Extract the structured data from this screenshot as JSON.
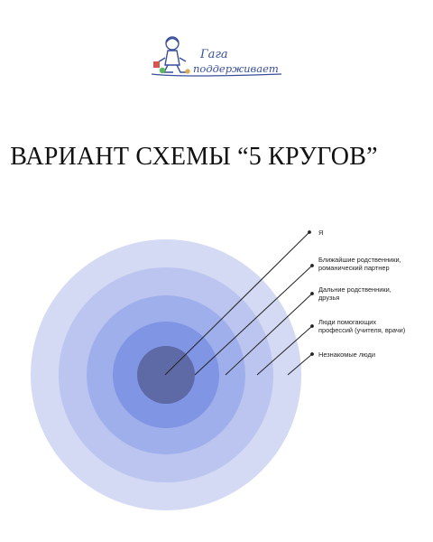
{
  "logo": {
    "line1": "Гага",
    "line2": "поддерживает",
    "icon": "child-with-toys-illustration"
  },
  "title": "ВАРИАНТ СХЕМЫ “5 КРУГОВ”",
  "colors": {
    "ring_outer": "#d4daf3",
    "ring_4": "#bbc5ef",
    "ring_3": "#9fafeb",
    "ring_2": "#8095e4",
    "ring_inner": "#5d6aa6",
    "leader_line": "#222222"
  },
  "diagram": {
    "circles": [
      {
        "label_lines": [
          "Я"
        ]
      },
      {
        "label_lines": [
          "Ближайшие родственники,",
          "романический партнер"
        ]
      },
      {
        "label_lines": [
          "Дальние родственники,",
          "друзья"
        ]
      },
      {
        "label_lines": [
          "Люди помогающих",
          "профессий (учителя, врачи)"
        ]
      },
      {
        "label_lines": [
          "Незнакомые люди"
        ]
      }
    ]
  }
}
